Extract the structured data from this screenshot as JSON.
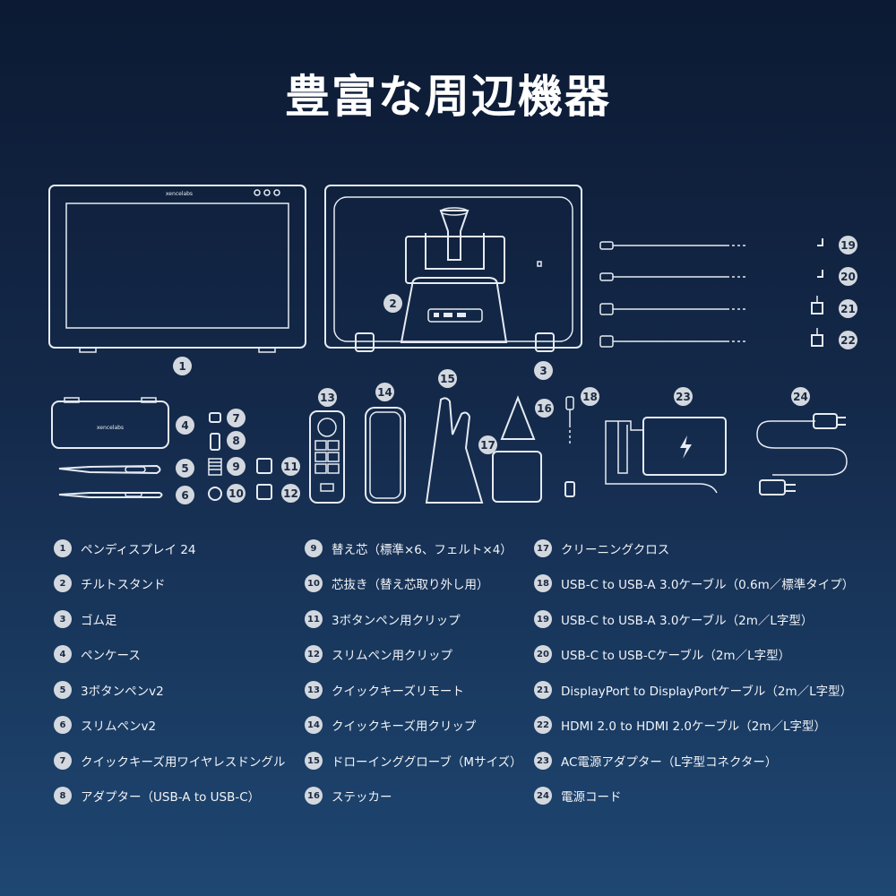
{
  "title": "豊富な周辺機器",
  "logo_text": "xencelabs",
  "legend": [
    {
      "num": "1",
      "text": "ペンディスプレイ 24"
    },
    {
      "num": "2",
      "text": "チルトスタンド"
    },
    {
      "num": "3",
      "text": "ゴム足"
    },
    {
      "num": "4",
      "text": "ペンケース"
    },
    {
      "num": "5",
      "text": "3ボタンペンv2"
    },
    {
      "num": "6",
      "text": "スリムペンv2"
    },
    {
      "num": "7",
      "text": "クイックキーズ用ワイヤレスドングル"
    },
    {
      "num": "8",
      "text": "アダプター（USB-A to USB-C）"
    },
    {
      "num": "9",
      "text": "替え芯（標準×6、フェルト×4）"
    },
    {
      "num": "10",
      "text": "芯抜き（替え芯取り外し用）"
    },
    {
      "num": "11",
      "text": "3ボタンペン用クリップ"
    },
    {
      "num": "12",
      "text": "スリムペン用クリップ"
    },
    {
      "num": "13",
      "text": "クイックキーズリモート"
    },
    {
      "num": "14",
      "text": "クイックキーズ用クリップ"
    },
    {
      "num": "15",
      "text": "ドローインググローブ（Mサイズ）"
    },
    {
      "num": "16",
      "text": "ステッカー"
    },
    {
      "num": "17",
      "text": "クリーニングクロス"
    },
    {
      "num": "18",
      "text": "USB-C to USB-A 3.0ケーブル（0.6m／標準タイプ）"
    },
    {
      "num": "19",
      "text": "USB-C to USB-A 3.0ケーブル（2m／L字型）"
    },
    {
      "num": "20",
      "text": "USB-C to USB-Cケーブル（2m／L字型）"
    },
    {
      "num": "21",
      "text": "DisplayPort to DisplayPortケーブル（2m／L字型）"
    },
    {
      "num": "22",
      "text": "HDMI 2.0 to HDMI 2.0ケーブル（2m／L字型）"
    },
    {
      "num": "23",
      "text": "AC電源アダプター（L字型コネクター）"
    },
    {
      "num": "24",
      "text": "電源コード"
    }
  ]
}
